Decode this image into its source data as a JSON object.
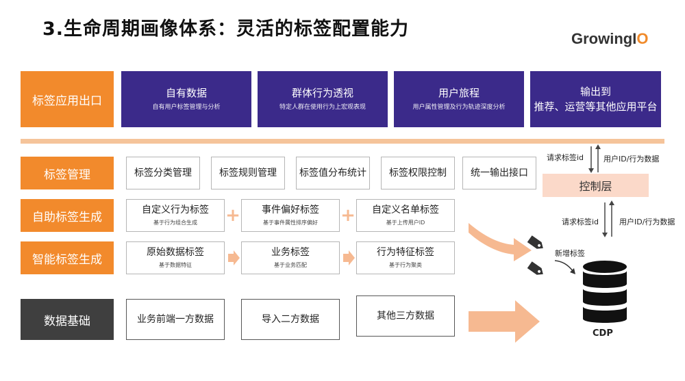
{
  "title": "3.生命周期画像体系：灵活的标签配置能力",
  "logo": {
    "part1": "GrowingI",
    "part2": "O"
  },
  "sidebar": [
    "标签应用出口",
    "标签管理",
    "自助标签生成",
    "智能标签生成",
    "数据基础"
  ],
  "app_outputs": [
    {
      "label": "自有数据",
      "sub": "自有用户标签管理与分析"
    },
    {
      "label": "群体行为透视",
      "sub": "特定人群在使用行为上宏观表现"
    },
    {
      "label": "用户旅程",
      "sub": "用户属性管理及行为轨迹深度分析"
    },
    {
      "label": "输出到",
      "label2": "推荐、运营等其他应用平台"
    }
  ],
  "tag_management": [
    "标签分类管理",
    "标签规则管理",
    "标签值分布统计",
    "标签权限控制",
    "统一输出接口"
  ],
  "self_service": [
    {
      "label": "自定义行为标签",
      "sub": "基于行为组合生成"
    },
    {
      "label": "事件偏好标签",
      "sub": "基于事件属性排序偏好"
    },
    {
      "label": "自定义名单标签",
      "sub": "基于上传用户ID"
    }
  ],
  "smart": [
    {
      "label": "原始数据标签",
      "sub": "基于数据特征"
    },
    {
      "label": "业务标签",
      "sub": "基于业务匹配"
    },
    {
      "label": "行为特征标签",
      "sub": "基于行为聚类"
    }
  ],
  "data_foundation": [
    "业务前端一方数据",
    "导入二方数据",
    "其他三方数据"
  ],
  "right_panel": {
    "request_tag_id_top": "请求标签id",
    "user_behavior_top": "用户ID/行为数据",
    "control_layer": "控制层",
    "request_tag_id_bottom": "请求标签id",
    "user_behavior_bottom": "用户ID/行为数据",
    "new_tag": "新增标签",
    "cdp": "CDP"
  },
  "colors": {
    "orange": "#f28a2c",
    "navy": "#3b2a8a",
    "dark": "#3f3f3f",
    "peach": "#f6b991",
    "control": "#fbd9c9"
  }
}
